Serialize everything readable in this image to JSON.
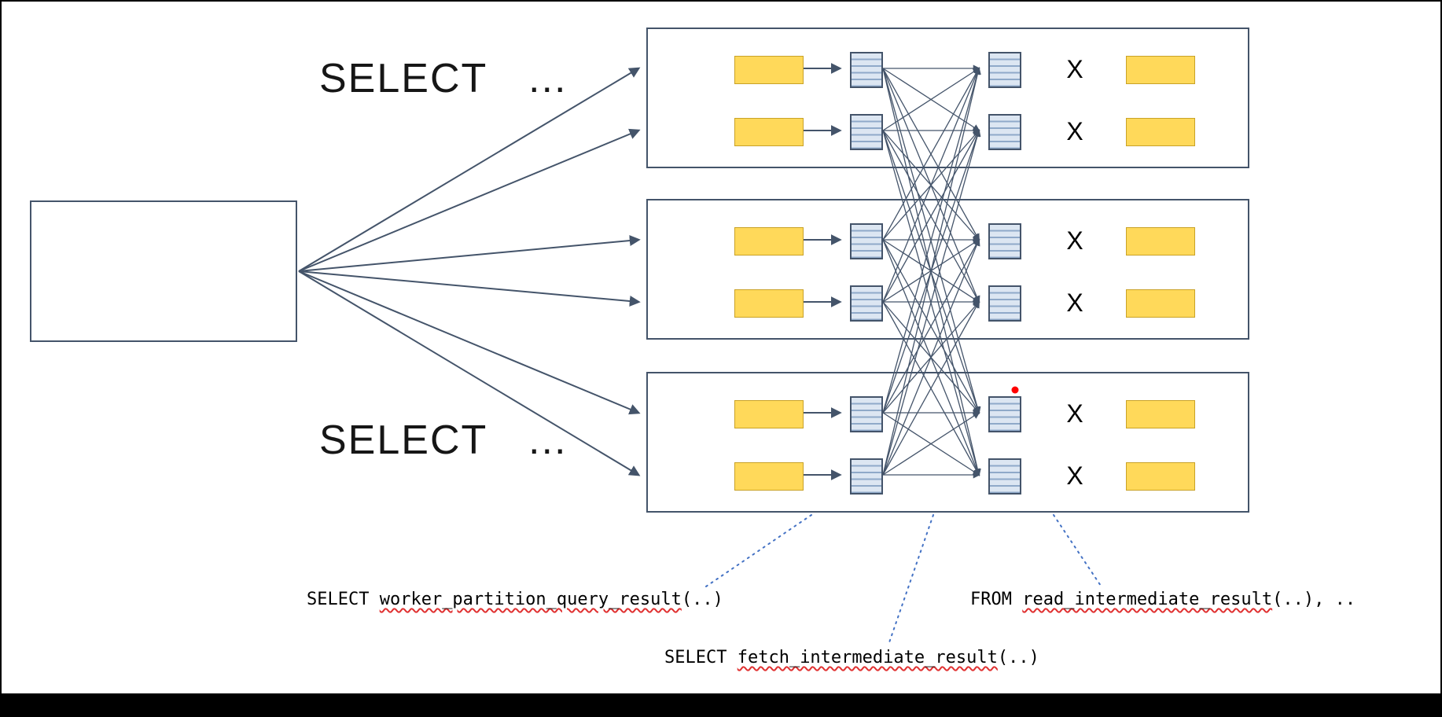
{
  "labels": {
    "select_top": "SELECT …",
    "select_bottom": "SELECT …",
    "x_mark": "X"
  },
  "annotations": {
    "partition": {
      "prefix": "SELECT ",
      "fn": "worker_partition_query_result",
      "suffix": "(..)"
    },
    "fetch": {
      "prefix": "SELECT ",
      "fn": "fetch_intermediate_result",
      "suffix": "(..)"
    },
    "read": {
      "prefix": "FROM ",
      "fn": "read_intermediate_result",
      "suffix": "(..), .."
    }
  },
  "icons": {
    "intermediate_result_file": "striped-document",
    "highlight_dot": "red-dot"
  },
  "colors": {
    "accent": "#44546A",
    "shard_fill": "#FFD95A",
    "shard_border": "#C9A227",
    "file_fill": "#DCE6F2",
    "file_stripe": "#8FA9C9",
    "leader_line": "#4472C4",
    "squiggle": "#E03131",
    "highlight_dot": "#FF0000",
    "bottom_bar": "#000000"
  }
}
